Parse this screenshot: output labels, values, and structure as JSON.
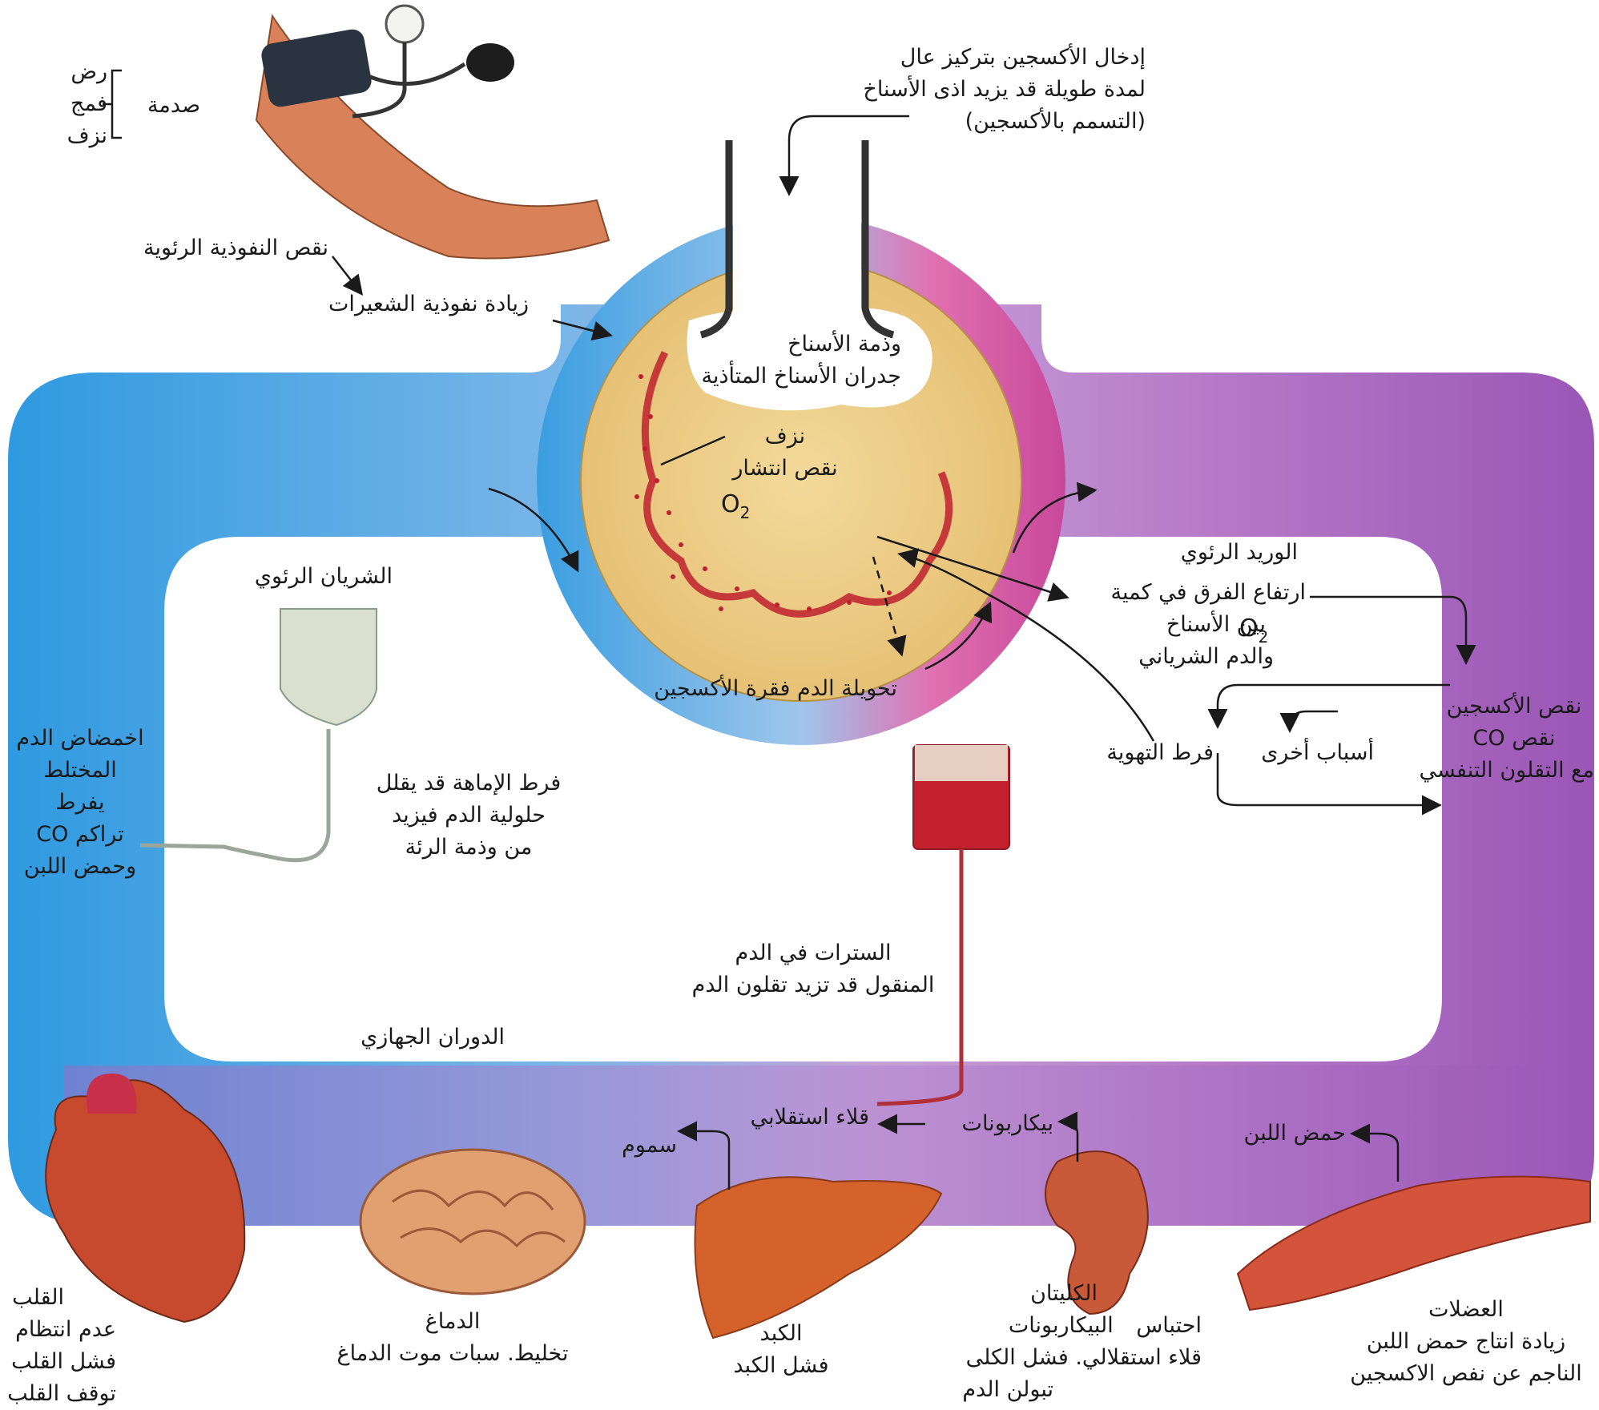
{
  "colors": {
    "venous_blue": "#3a9ee0",
    "arterial_magenta": "#c8489a",
    "systemic_purple": "#a05bb8",
    "alveolus_fill": "#efcf8a",
    "blood_red": "#c0202e",
    "organ_orange": "#d4622a"
  },
  "shock": {
    "items": [
      "رض",
      "فمج",
      "نزف"
    ],
    "label": "صدمة"
  },
  "oxygen_therapy": {
    "lines": [
      "إدخال الأكسجين بتركيز عال",
      "لمدة طويلة قد يزيد اذى الأسناخ",
      "(التسمم بالأكسجين)"
    ]
  },
  "pulmonary_permeability": {
    "decrease": "نقص النفوذية الرئوية",
    "increase": "زيادة نفوذية الشعيرات"
  },
  "alveolus": {
    "edema": "وذمة الأسناخ",
    "damaged_walls": "جدران الأسناخ المتأذية",
    "hemorrhage": "نزف",
    "diffusion_defect": "نقص انتشار",
    "o2_symbol": "O",
    "o2_subscript": "2"
  },
  "pulmonary_artery": {
    "label": "الشريان الرئوي"
  },
  "pulmonary_vein": {
    "label": "الوريد الرئوي"
  },
  "o2_difference": {
    "lines": [
      "ارتفاع الفرق في كمية",
      "بين الأسناخ",
      "والدم الشرياني"
    ],
    "o2_symbol": "O",
    "o2_subscript": "2"
  },
  "shunt": {
    "label": "تحويلة الدم فقرة الأكسجين"
  },
  "hypoxia_box": {
    "lines": [
      "نقص الأكسجين",
      "نقص CO",
      "مع التقلون التنفسي"
    ]
  },
  "hyperventilation": {
    "label": "فرط التهوية"
  },
  "other_causes": {
    "label": "أسباب أخرى"
  },
  "mixed_blood": {
    "lines": [
      "اخمضاض الدم",
      "المختلط",
      "يفرط",
      "تراكم CO",
      "وحمض اللبن"
    ]
  },
  "infusion": {
    "lines": [
      "فرط الإماهة قد يقلل",
      "حلولية الدم فيزيد",
      "من وذمة الرئة"
    ]
  },
  "citrate": {
    "lines": [
      "السترات في الدم",
      "المنقول قد تزيد تقلون الدم"
    ]
  },
  "systemic_circulation": {
    "label": "الدوران الجهازي"
  },
  "metabolic_alkalosis": {
    "label": "قلاء استقلابي"
  },
  "bicarbonate": {
    "label": "بيكاربونات"
  },
  "lactic_acid": {
    "label": "حمض اللبن"
  },
  "toxins": {
    "label": "سموم"
  },
  "heart": {
    "lines": [
      "القلب",
      "عدم انتظام",
      "فشل القلب",
      "توقف القلب"
    ]
  },
  "brain": {
    "lines": [
      "الدماغ",
      "تخليط. سبات موت الدماغ"
    ]
  },
  "liver": {
    "lines": [
      "الكبد",
      "فشل الكبد"
    ]
  },
  "kidneys": {
    "lines": [
      "الكليتان",
      "احتباس",
      "البيكاربونات",
      "قلاء استقلالي. فشل الكلى",
      "تبولن الدم"
    ]
  },
  "muscles": {
    "lines": [
      "العضلات",
      "زيادة انتاج حمض اللبن",
      "الناجم عن نفص الاكسجين"
    ]
  }
}
